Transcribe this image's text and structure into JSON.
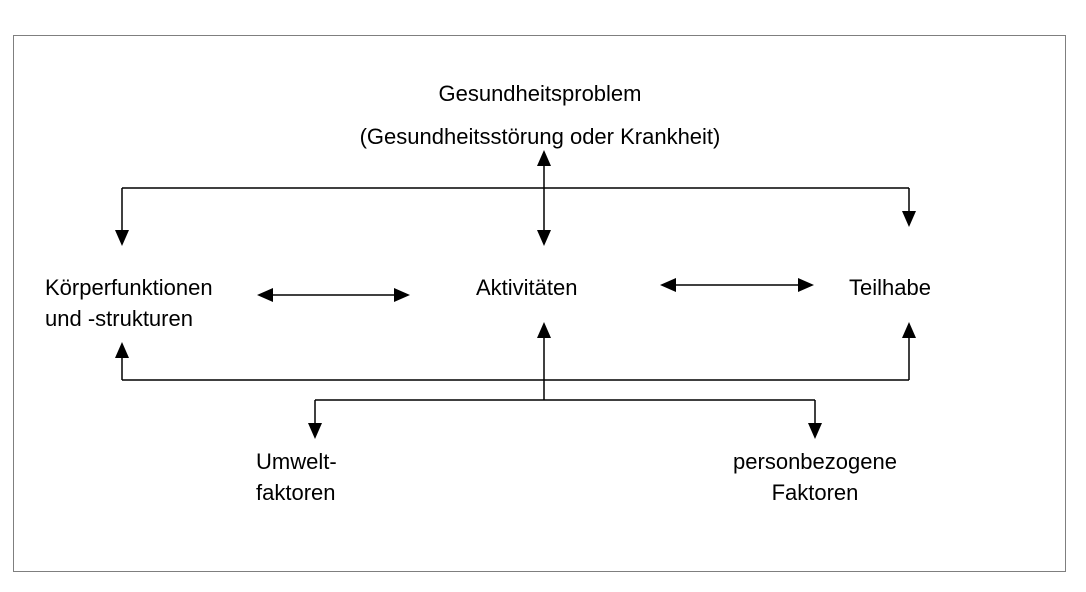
{
  "diagram": {
    "health_problem": {
      "line1": "Gesundheitsproblem",
      "line2": "(Gesundheitsstörung oder Krankheit)"
    },
    "body_functions": {
      "line1": "Körperfunktionen",
      "line2": "und -strukturen"
    },
    "activities": "Aktivitäten",
    "participation": "Teilhabe",
    "environmental_factors": {
      "line1": "Umwelt-",
      "line2": "faktoren"
    },
    "personal_factors": {
      "line1": "personbezogene",
      "line2": "Faktoren"
    }
  },
  "style": {
    "line_color": "#000000",
    "frame_color": "#7f7f7f",
    "background": "#ffffff"
  }
}
